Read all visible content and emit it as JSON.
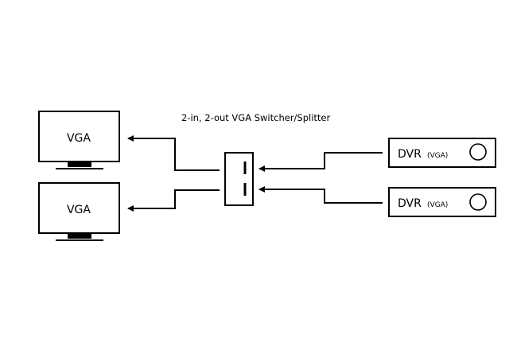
{
  "diagram": {
    "title": "2-in, 2-out VGA Switcher/Splitter",
    "monitors": [
      {
        "label": "VGA"
      },
      {
        "label": "VGA"
      }
    ],
    "dvrs": [
      {
        "label": "DVR",
        "sublabel": "(VGA)"
      },
      {
        "label": "DVR",
        "sublabel": "(VGA)"
      }
    ],
    "colors": {
      "stroke": "#000000",
      "background": "#ffffff"
    }
  }
}
